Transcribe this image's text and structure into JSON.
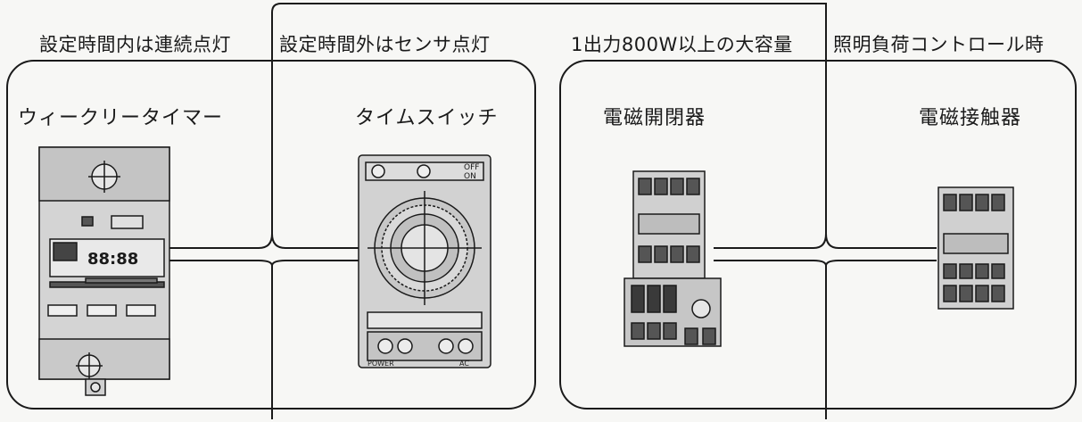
{
  "conditions": {
    "weekly_on": "設定時間内は連続点灯",
    "weekly_off": "設定時間外はセンサ点灯",
    "magnetic_capacity": "1出力800W以上の大容量",
    "contactor_use": "照明負荷コントロール時"
  },
  "devices": {
    "weekly_timer": "ウィークリータイマー",
    "time_switch": "タイムスイッチ",
    "magnetic_switch": "電磁開閉器",
    "magnetic_contactor": "電磁接触器"
  },
  "panel_labels": {
    "timer_display": "88:88",
    "time_switch_off": "OFF",
    "time_switch_on": "ON",
    "time_switch_power": "POWER",
    "time_switch_ac": "AC"
  },
  "colors": {
    "line": "#1a1a1a",
    "device_fill": "#cfcfcf",
    "device_dark": "#3a3a3a"
  }
}
